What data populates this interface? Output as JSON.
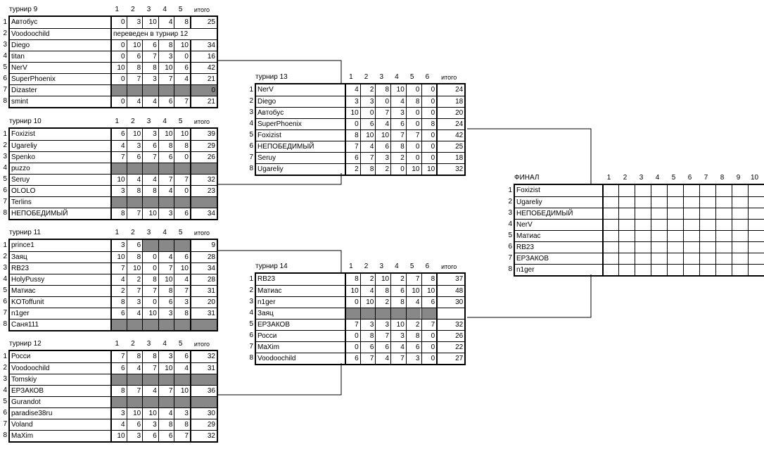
{
  "tables": [
    {
      "id": "t9",
      "title": "турнир 9",
      "cols": [
        "1",
        "2",
        "3",
        "4",
        "5"
      ],
      "total_label": "итого",
      "rows": [
        {
          "n": "1",
          "name": "Автобус",
          "s": [
            "0",
            "3",
            "10",
            "4",
            "8"
          ],
          "t": "25"
        },
        {
          "n": "2",
          "name": "Voodoochild",
          "note": "переведен в турнир 12"
        },
        {
          "n": "3",
          "name": "Diego",
          "s": [
            "0",
            "10",
            "6",
            "8",
            "10"
          ],
          "t": "34"
        },
        {
          "n": "4",
          "name": "titan",
          "s": [
            "0",
            "6",
            "7",
            "3",
            "0"
          ],
          "t": "16"
        },
        {
          "n": "5",
          "name": "NerV",
          "s": [
            "10",
            "8",
            "8",
            "10",
            "6"
          ],
          "t": "42"
        },
        {
          "n": "6",
          "name": "SuperPhoenix",
          "s": [
            "0",
            "7",
            "3",
            "7",
            "4"
          ],
          "t": "21"
        },
        {
          "n": "7",
          "name": "Dizaster",
          "gray": true,
          "t": "0"
        },
        {
          "n": "8",
          "name": "smint",
          "s": [
            "0",
            "4",
            "4",
            "6",
            "7"
          ],
          "t": "21"
        }
      ]
    },
    {
      "id": "t10",
      "title": "турнир 10",
      "cols": [
        "1",
        "2",
        "3",
        "4",
        "5"
      ],
      "total_label": "итого",
      "rows": [
        {
          "n": "1",
          "name": "Foxizist",
          "s": [
            "6",
            "10",
            "3",
            "10",
            "10"
          ],
          "t": "39"
        },
        {
          "n": "2",
          "name": "Ugareliy",
          "s": [
            "4",
            "3",
            "6",
            "8",
            "8"
          ],
          "t": "29"
        },
        {
          "n": "3",
          "name": "Spenko",
          "s": [
            "7",
            "6",
            "7",
            "6",
            "0"
          ],
          "t": "26"
        },
        {
          "n": "4",
          "name": "puzzo",
          "gray": true,
          "t": ""
        },
        {
          "n": "5",
          "name": "Seruy",
          "s": [
            "10",
            "4",
            "4",
            "7",
            "7"
          ],
          "t": "32"
        },
        {
          "n": "6",
          "name": "OLOLO",
          "s": [
            "3",
            "8",
            "8",
            "4",
            "0"
          ],
          "t": "23"
        },
        {
          "n": "7",
          "name": "Terlins",
          "gray": true,
          "t": ""
        },
        {
          "n": "8",
          "name": "НЕПОБЕДИМЫЙ",
          "s": [
            "8",
            "7",
            "10",
            "3",
            "6"
          ],
          "t": "34"
        }
      ]
    },
    {
      "id": "t11",
      "title": "турнир 11",
      "cols": [
        "1",
        "2",
        "3",
        "4",
        "5"
      ],
      "total_label": "итого",
      "rows": [
        {
          "n": "1",
          "name": "prince1",
          "s": [
            "3",
            "6",
            "",
            "",
            ""
          ],
          "grayfrom": 2,
          "t": "9"
        },
        {
          "n": "2",
          "name": "Заяц",
          "s": [
            "10",
            "8",
            "0",
            "4",
            "6"
          ],
          "t": "28"
        },
        {
          "n": "3",
          "name": "RB23",
          "s": [
            "7",
            "10",
            "0",
            "7",
            "10"
          ],
          "t": "34"
        },
        {
          "n": "4",
          "name": "HolyPussy",
          "s": [
            "4",
            "2",
            "8",
            "10",
            "4"
          ],
          "t": "28"
        },
        {
          "n": "5",
          "name": "Матиас",
          "s": [
            "2",
            "7",
            "7",
            "8",
            "7"
          ],
          "t": "31"
        },
        {
          "n": "6",
          "name": "KOToffunit",
          "s": [
            "8",
            "3",
            "0",
            "6",
            "3"
          ],
          "t": "20"
        },
        {
          "n": "7",
          "name": "n1ger",
          "s": [
            "6",
            "4",
            "10",
            "3",
            "8"
          ],
          "t": "31"
        },
        {
          "n": "8",
          "name": "Саня111",
          "gray": true,
          "t": ""
        }
      ]
    },
    {
      "id": "t12",
      "title": "турнир 12",
      "cols": [
        "1",
        "2",
        "3",
        "4",
        "5"
      ],
      "total_label": "итого",
      "rows": [
        {
          "n": "1",
          "name": "Росси",
          "s": [
            "7",
            "8",
            "8",
            "3",
            "6"
          ],
          "t": "32"
        },
        {
          "n": "2",
          "name": "Voodoochild",
          "s": [
            "6",
            "4",
            "7",
            "10",
            "4"
          ],
          "t": "31"
        },
        {
          "n": "3",
          "name": "Tomskiy",
          "gray": true,
          "t": ""
        },
        {
          "n": "4",
          "name": "ЕРЗАКОВ",
          "s": [
            "8",
            "7",
            "4",
            "7",
            "10"
          ],
          "t": "36"
        },
        {
          "n": "5",
          "name": "Gurandot",
          "gray": true,
          "t": ""
        },
        {
          "n": "6",
          "name": "paradise38ru",
          "s": [
            "3",
            "10",
            "10",
            "4",
            "3"
          ],
          "t": "30"
        },
        {
          "n": "7",
          "name": "Voland",
          "s": [
            "4",
            "6",
            "3",
            "8",
            "8"
          ],
          "t": "29"
        },
        {
          "n": "8",
          "name": "MaXim",
          "s": [
            "10",
            "3",
            "6",
            "6",
            "7"
          ],
          "t": "32"
        }
      ]
    },
    {
      "id": "t13",
      "title": "турнир 13",
      "cols": [
        "1",
        "2",
        "3",
        "4",
        "5",
        "6"
      ],
      "total_label": "итого",
      "rows": [
        {
          "n": "1",
          "name": "NerV",
          "s": [
            "4",
            "2",
            "8",
            "10",
            "0",
            "0"
          ],
          "t": "24"
        },
        {
          "n": "2",
          "name": "Diego",
          "s": [
            "3",
            "3",
            "0",
            "4",
            "8",
            "0"
          ],
          "t": "18"
        },
        {
          "n": "3",
          "name": "Автобус",
          "s": [
            "10",
            "0",
            "7",
            "3",
            "0",
            "0"
          ],
          "t": "20"
        },
        {
          "n": "4",
          "name": "SuperPhoenix",
          "s": [
            "0",
            "6",
            "4",
            "6",
            "0",
            "8"
          ],
          "t": "24"
        },
        {
          "n": "5",
          "name": "Foxizist",
          "s": [
            "8",
            "10",
            "10",
            "7",
            "7",
            "0"
          ],
          "t": "42"
        },
        {
          "n": "6",
          "name": "НЕПОБЕДИМЫЙ",
          "s": [
            "7",
            "4",
            "6",
            "8",
            "0",
            "0"
          ],
          "t": "25"
        },
        {
          "n": "7",
          "name": "Seruy",
          "s": [
            "6",
            "7",
            "3",
            "2",
            "0",
            "0"
          ],
          "t": "18"
        },
        {
          "n": "8",
          "name": "Ugareliy",
          "s": [
            "2",
            "8",
            "2",
            "0",
            "10",
            "10"
          ],
          "t": "32"
        }
      ]
    },
    {
      "id": "t14",
      "title": "турнир 14",
      "cols": [
        "1",
        "2",
        "3",
        "4",
        "5",
        "6"
      ],
      "total_label": "итого",
      "rows": [
        {
          "n": "1",
          "name": "RB23",
          "s": [
            "8",
            "2",
            "10",
            "2",
            "7",
            "8"
          ],
          "t": "37"
        },
        {
          "n": "2",
          "name": "Матиас",
          "s": [
            "10",
            "4",
            "8",
            "6",
            "10",
            "10"
          ],
          "t": "48"
        },
        {
          "n": "3",
          "name": "n1ger",
          "s": [
            "0",
            "10",
            "2",
            "8",
            "4",
            "6"
          ],
          "t": "30"
        },
        {
          "n": "4",
          "name": "Заяц",
          "gray": true,
          "nototalgray": true,
          "t": ""
        },
        {
          "n": "5",
          "name": "ЕРЗАКОВ",
          "s": [
            "7",
            "3",
            "3",
            "10",
            "2",
            "7"
          ],
          "t": "32"
        },
        {
          "n": "6",
          "name": "Росси",
          "s": [
            "0",
            "8",
            "7",
            "3",
            "8",
            "0"
          ],
          "t": "26"
        },
        {
          "n": "7",
          "name": "MaXim",
          "s": [
            "0",
            "6",
            "6",
            "4",
            "6",
            "0"
          ],
          "t": "22"
        },
        {
          "n": "8",
          "name": "Voodoochild",
          "s": [
            "6",
            "7",
            "4",
            "7",
            "3",
            "0"
          ],
          "t": "27"
        }
      ]
    }
  ],
  "final": {
    "title": "ФИНАЛ",
    "cols": [
      "1",
      "2",
      "3",
      "4",
      "5",
      "6",
      "7",
      "8",
      "9",
      "10"
    ],
    "rows": [
      {
        "n": "1",
        "name": "Foxizist"
      },
      {
        "n": "2",
        "name": "Ugareliy"
      },
      {
        "n": "3",
        "name": "НЕПОБЕДИМЫЙ"
      },
      {
        "n": "4",
        "name": "NerV"
      },
      {
        "n": "5",
        "name": "Матиас"
      },
      {
        "n": "6",
        "name": "RB23"
      },
      {
        "n": "7",
        "name": "ЕРЗАКОВ"
      },
      {
        "n": "8",
        "name": "n1ger"
      }
    ]
  }
}
